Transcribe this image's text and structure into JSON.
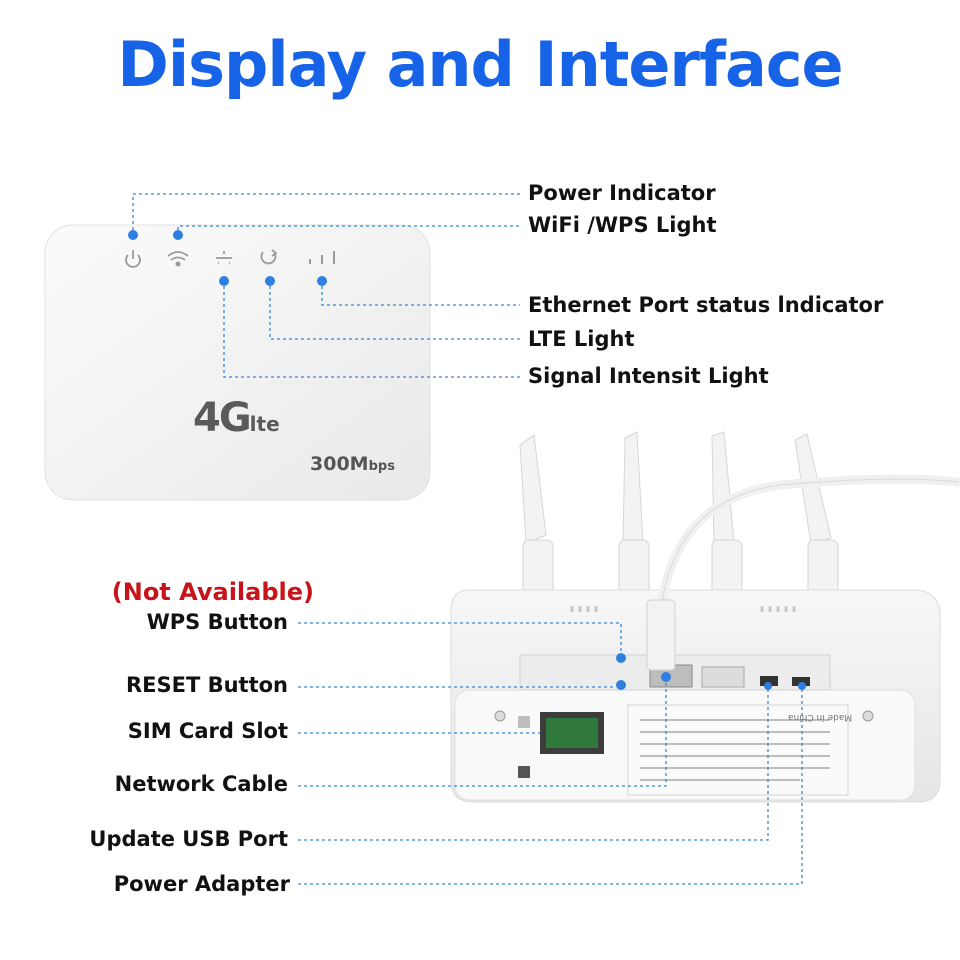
{
  "title": "Display and Interface",
  "device_front": {
    "brand": "4G",
    "brand_suffix": "lte",
    "speed": "300M",
    "speed_unit": "bps"
  },
  "front_labels": [
    {
      "id": "power",
      "text": "Power Indicator"
    },
    {
      "id": "wifi",
      "text": "WiFi /WPS Light"
    },
    {
      "id": "ethernet",
      "text": "Ethernet Port status lndicator"
    },
    {
      "id": "lte",
      "text": "LTE Light"
    },
    {
      "id": "signal",
      "text": "Signal Intensit Light"
    }
  ],
  "rear_note": "(Not Available)",
  "rear_labels": [
    {
      "id": "wps",
      "text": "WPS Button"
    },
    {
      "id": "reset",
      "text": "RESET Button"
    },
    {
      "id": "sim",
      "text": "SIM Card Slot"
    },
    {
      "id": "cable",
      "text": "Network Cable"
    },
    {
      "id": "usb",
      "text": "Update USB Port"
    },
    {
      "id": "power_adapter",
      "text": "Power Adapter"
    }
  ],
  "rear_sticker_text": "Made in China",
  "icons": [
    "power-icon",
    "wifi-icon",
    "ethernet-icon",
    "lte-icon",
    "signal-icon"
  ],
  "colors": {
    "title": "#1763e8",
    "dot": "#2f7fe0",
    "leader": "#3a86d8",
    "warning": "#c7141a",
    "device": "#f4f4f4"
  }
}
